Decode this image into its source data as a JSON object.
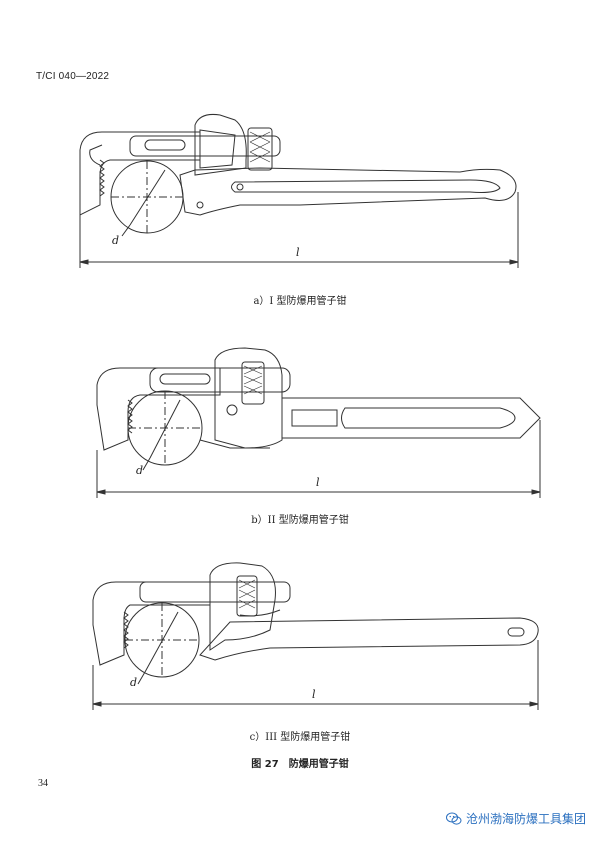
{
  "header": {
    "standard_code": "T/CI 040—2022"
  },
  "figures": [
    {
      "caption": "a）I 型防爆用管子钳",
      "label_d": "d",
      "label_l": "l"
    },
    {
      "caption": "b）II 型防爆用管子钳",
      "label_d": "d",
      "label_l": "l"
    },
    {
      "caption": "c）III 型防爆用管子钳",
      "label_d": "d",
      "label_l": "l"
    }
  ],
  "figure_title": "图 27　防爆用管子钳",
  "page_number": "34",
  "watermark": {
    "text": "沧州渤海防爆工具集团",
    "icon": "wechat-icon"
  }
}
